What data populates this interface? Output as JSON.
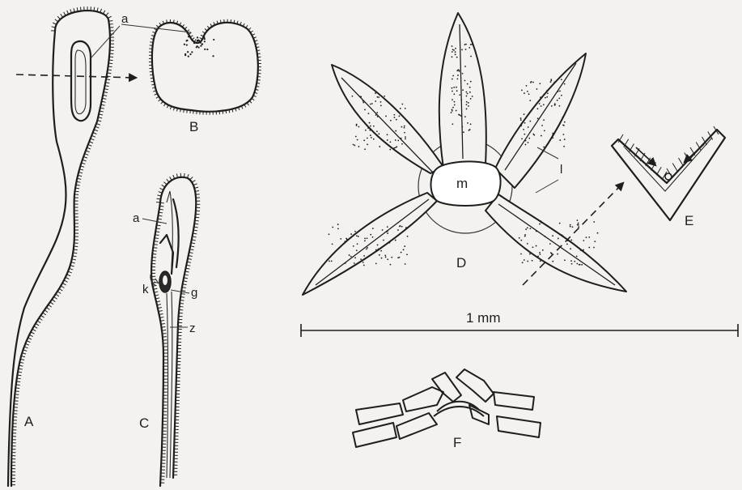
{
  "labels": {
    "A": "A",
    "B": "B",
    "C": "C",
    "D": "D",
    "E": "E",
    "F": "F",
    "a_top": "a",
    "a_c": "a",
    "k": "k",
    "g": "g",
    "z": "z",
    "m": "m",
    "l": "l"
  },
  "scale_bar": {
    "text": "1 mm"
  },
  "colors": {
    "ink": "#1e1e1e",
    "paper": "#f3f2ee",
    "mouth": "#ffffff"
  }
}
